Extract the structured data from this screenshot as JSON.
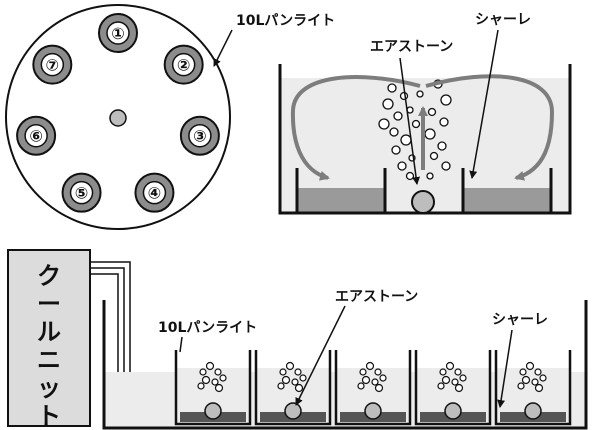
{
  "colors": {
    "ink": "#111111",
    "water": "#ececec",
    "arrow": "#7d7d7d",
    "sediment": "#9a9a9a",
    "slot_fill": "#8c8c8c",
    "slot_inner": "#ffffff",
    "stone": "#bdbdbd",
    "cooler_fill": "#dcdcdc"
  },
  "top_view": {
    "slots": [
      "①",
      "②",
      "③",
      "④",
      "⑤",
      "⑥",
      "⑦"
    ],
    "callout_label": "10Lパンライト"
  },
  "side_view": {
    "tank_label": "エアストーン",
    "dish_label": "シャーレ"
  },
  "bottom_view": {
    "cooler_label": "クールニット",
    "pan_label": "10Lパンライト",
    "stone_label": "エアストーン",
    "dish_label": "シャーレ"
  }
}
